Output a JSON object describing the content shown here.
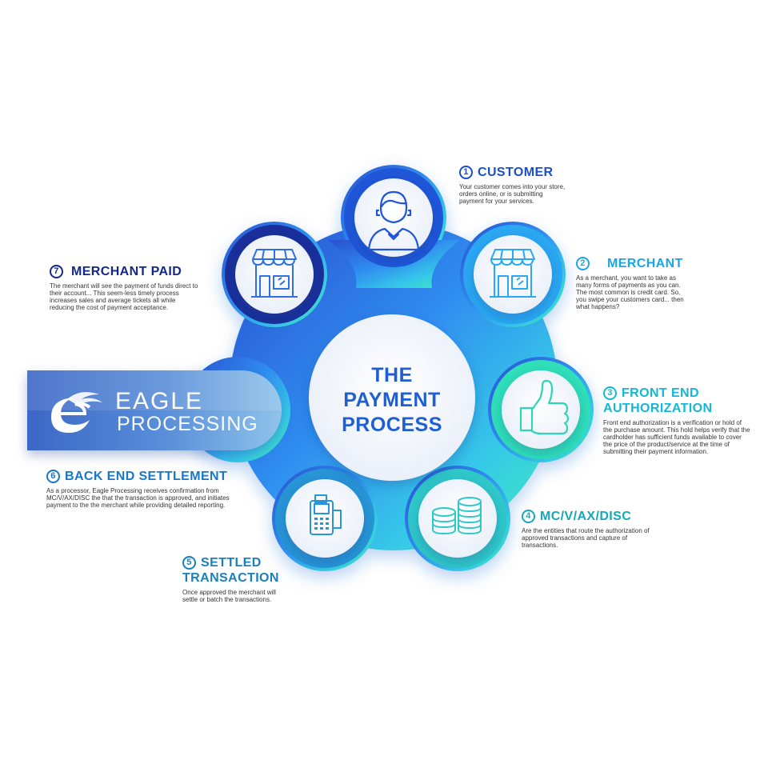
{
  "center": {
    "line1": "THE",
    "line2": "PAYMENT",
    "line3": "PROCESS"
  },
  "steps": [
    {
      "num": "1",
      "title": "CUSTOMER",
      "desc": "Your customer comes into your store, orders online, or is submitting payment for your services.",
      "icon": "customer-icon",
      "color": "#1b4fc8"
    },
    {
      "num": "2",
      "title": "MERCHANT",
      "desc": "As a merchant, you want to take as many forms of payments as you can. The most common is credit card. So, you swipe your customers card... then what happens?",
      "icon": "store-icon",
      "color": "#1aa6e6"
    },
    {
      "num": "3",
      "title_line1": "FRONT END",
      "title_line2": "AUTHORIZATION",
      "desc": "Front end authorization is a verification or hold of the purchase amount. This hold helps verify that the cardholder has sufficient funds available to cover the price of the product/service at the time of submitting their payment information.",
      "icon": "thumbs-up-icon",
      "color": "#14b7d6"
    },
    {
      "num": "4",
      "title": "MC/V/AX/DISC",
      "desc": "Are the entities that route the authorization of approved transactions and capture of transactions.",
      "icon": "coins-icon",
      "color": "#15a8b8"
    },
    {
      "num": "5",
      "title_line1": "SETTLED",
      "title_line2": "TRANSACTION",
      "desc": "Once approved the merchant will settle or batch the transactions.",
      "icon": "card-terminal-icon",
      "color": "#1a7fbf"
    },
    {
      "num": "6",
      "title": "BACK END SETTLEMENT",
      "desc": "As a processor, Eagle Processing receives confirmation from MC/V/AX/DISC the that the transaction is approved, and initiates payment to the the merchant while providing detailed reporting.",
      "icon": "eagle-icon",
      "color": "#1778c9"
    },
    {
      "num": "7",
      "title": "MERCHANT PAID",
      "desc": "The merchant will see the payment of funds direct to their account... This seem-less timely process increases sales and average tickets all while reducing the cost of payment acceptance.",
      "icon": "store-icon",
      "color": "#13288a"
    }
  ],
  "logo": {
    "word1": "EAGLE",
    "word2": "PROCESSING"
  },
  "colors": {
    "blue_dark": "#13288a",
    "blue": "#1f5fd1",
    "sky": "#2fb3f0",
    "mint": "#2ee6b0",
    "title": "#1f5fd1"
  }
}
